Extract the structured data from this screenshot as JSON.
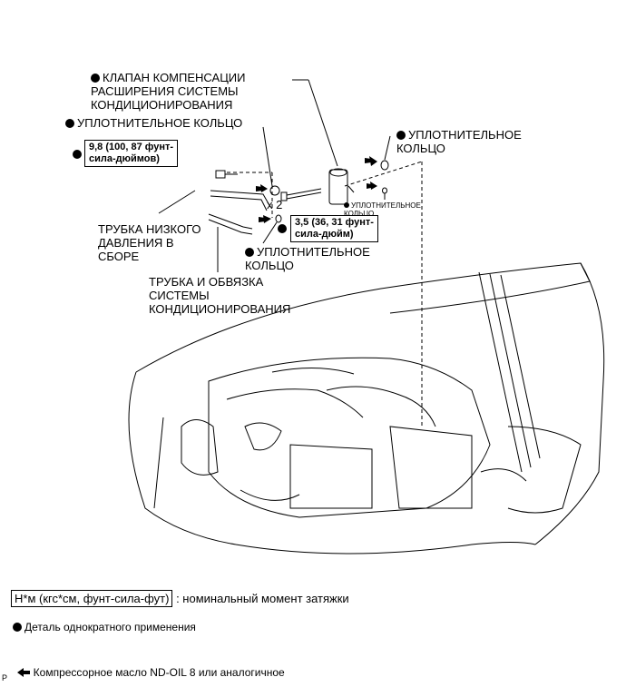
{
  "callouts": {
    "expansion_valve": "КЛАПАН КОМПЕНСАЦИИ\nРАСШИРЕНИЯ СИСТЕМЫ\nКОНДИЦИОНИРОВАНИЯ",
    "o_ring_top_left": "УПЛОТНИТЕЛЬНОЕ КОЛЬЦО",
    "torque_9_8": "9,8 (100, 87 фунт-\nсила-дюймов)",
    "o_ring_right": "УПЛОТНИТЕЛЬНОЕ\nКОЛЬЦО",
    "o_ring_small": "УПЛОТНИТЕЛЬНОЕ\nКОЛЬЦО",
    "multiplier": "x 2",
    "torque_3_5": "3,5 (36, 31 фунт-\nсила-дюйм)",
    "low_pressure_tube": "ТРУБКА НИЗКОГО\nДАВЛЕНИЯ В\nСБОРЕ",
    "o_ring_middle": "УПЛОТНИТЕЛЬНОЕ\nКОЛЬЦО",
    "tube_and_harness": "ТРУБКА И ОБВЯЗКА\nСИСТЕМЫ\nКОНДИЦИОНИРОВАНИЯ"
  },
  "legend": {
    "torque_unit": "Н*м (кгс*см, фунт-сила-фут)",
    "torque_desc": " : номинальный момент затяжки",
    "single_use": "Деталь однократного применения",
    "compressor_oil": "Компрессорное масло ND-OIL 8 или аналогичное"
  },
  "corner_mark": "P"
}
